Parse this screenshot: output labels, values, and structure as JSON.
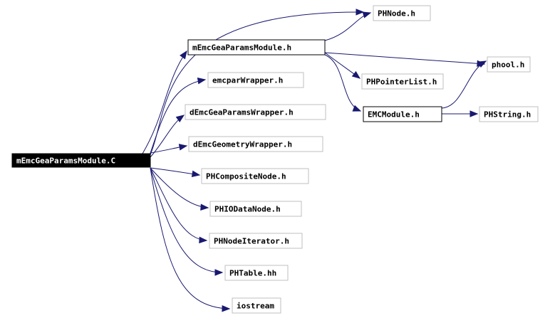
{
  "graph": {
    "nodes": [
      {
        "id": "root",
        "label": "mEmcGeaParamsModule.C",
        "style": "root"
      },
      {
        "id": "phnode",
        "label": "PHNode.h",
        "style": "plain"
      },
      {
        "id": "memcgea_h",
        "label": "mEmcGeaParamsModule.h",
        "style": "dark"
      },
      {
        "id": "phool",
        "label": "phool.h",
        "style": "plain"
      },
      {
        "id": "phpointer",
        "label": "PHPointerList.h",
        "style": "plain"
      },
      {
        "id": "emcmodule",
        "label": "EMCModule.h",
        "style": "dark"
      },
      {
        "id": "phstring",
        "label": "PHString.h",
        "style": "plain"
      },
      {
        "id": "emcpar",
        "label": "emcparWrapper.h",
        "style": "plain"
      },
      {
        "id": "demcgea",
        "label": "dEmcGeaParamsWrapper.h",
        "style": "plain"
      },
      {
        "id": "demcgeom",
        "label": "dEmcGeometryWrapper.h",
        "style": "plain"
      },
      {
        "id": "phcomposite",
        "label": "PHCompositeNode.h",
        "style": "plain"
      },
      {
        "id": "phiodata",
        "label": "PHIODataNode.h",
        "style": "plain"
      },
      {
        "id": "phnodeiter",
        "label": "PHNodeIterator.h",
        "style": "plain"
      },
      {
        "id": "phtable",
        "label": "PHTable.hh",
        "style": "plain"
      },
      {
        "id": "iostream",
        "label": "iostream",
        "style": "plain"
      }
    ],
    "edges": [
      [
        "root",
        "phnode"
      ],
      [
        "root",
        "memcgea_h"
      ],
      [
        "root",
        "emcpar"
      ],
      [
        "root",
        "demcgea"
      ],
      [
        "root",
        "demcgeom"
      ],
      [
        "root",
        "phcomposite"
      ],
      [
        "root",
        "phiodata"
      ],
      [
        "root",
        "phnodeiter"
      ],
      [
        "root",
        "phtable"
      ],
      [
        "root",
        "iostream"
      ],
      [
        "memcgea_h",
        "phnode"
      ],
      [
        "memcgea_h",
        "phool"
      ],
      [
        "memcgea_h",
        "phpointer"
      ],
      [
        "memcgea_h",
        "emcmodule"
      ],
      [
        "emcmodule",
        "phool"
      ],
      [
        "emcmodule",
        "phstring"
      ]
    ]
  }
}
